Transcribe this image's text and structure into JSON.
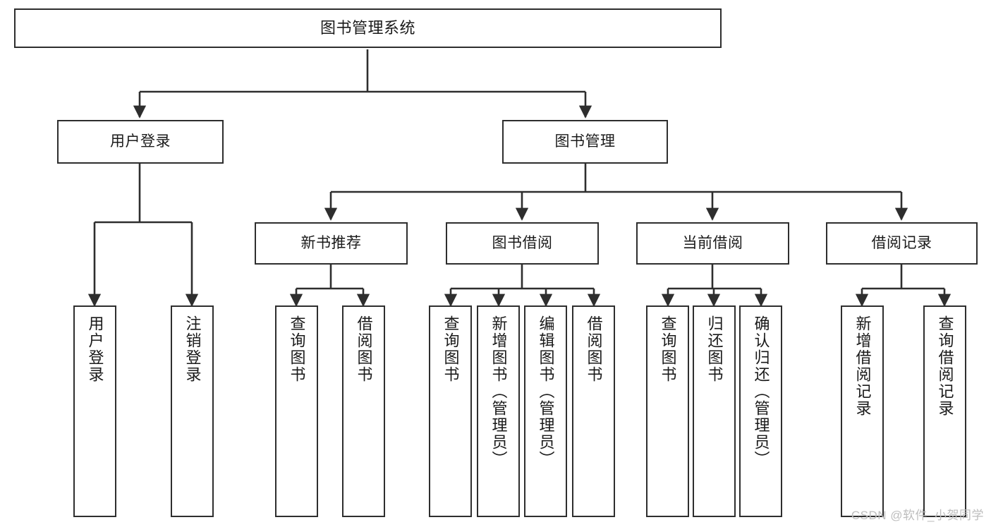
{
  "diagram": {
    "type": "tree",
    "title": "图书管理系统",
    "stroke_color": "#2e2e2e",
    "fill_color": "#ffffff",
    "text_color": "#1a1a1a",
    "watermark": "CSDN @软件_小贺同学",
    "watermark_color": "#bdbdbd",
    "root": {
      "label": "图书管理系统"
    },
    "level1": [
      {
        "label": "用户登录"
      },
      {
        "label": "图书管理"
      }
    ],
    "level2": [
      {
        "label": "新书推荐"
      },
      {
        "label": "图书借阅"
      },
      {
        "label": "当前借阅"
      },
      {
        "label": "借阅记录"
      }
    ],
    "leaves": {
      "user_login": [
        {
          "label": "用户登录"
        },
        {
          "label": "注销登录"
        }
      ],
      "new_book_recommend": [
        {
          "label": "查询图书"
        },
        {
          "label": "借阅图书"
        }
      ],
      "book_borrow": [
        {
          "label": "查询图书"
        },
        {
          "label": "新增图书（管理员）"
        },
        {
          "label": "编辑图书（管理员）"
        },
        {
          "label": "借阅图书"
        }
      ],
      "current_borrow": [
        {
          "label": "查询图书"
        },
        {
          "label": "归还图书"
        },
        {
          "label": "确认归还（管理员）"
        }
      ],
      "borrow_record": [
        {
          "label": "新增借阅记录"
        },
        {
          "label": "查询借阅记录"
        }
      ]
    }
  }
}
